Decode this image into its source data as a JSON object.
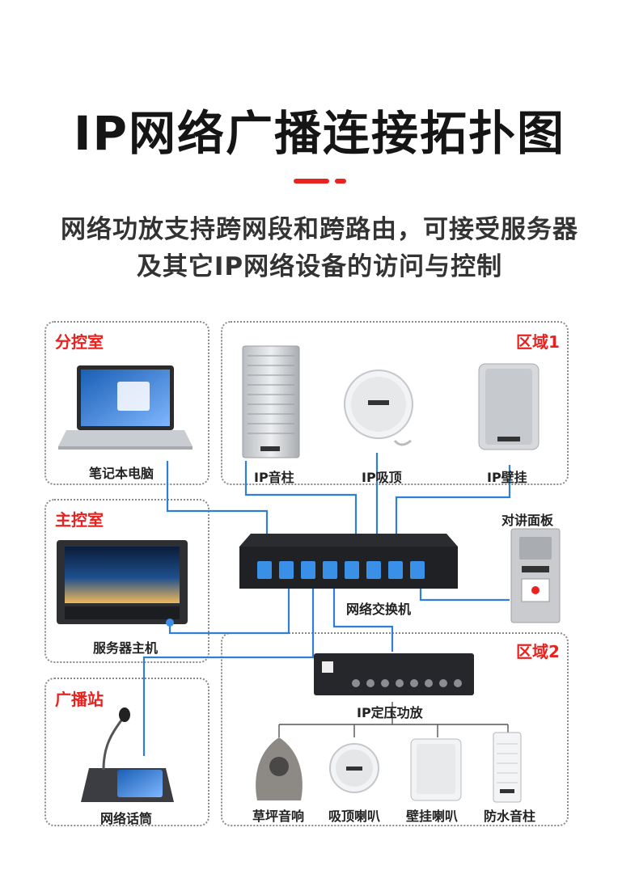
{
  "header": {
    "title": "IP网络广播连接拓扑图",
    "subtitle_line1": "网络功放支持跨网段和跨路由，可接受服务器",
    "subtitle_line2": "及其它IP网络设备的访问与控制"
  },
  "zones": {
    "branch_room": "分控室",
    "area1": "区域1",
    "main_room": "主控室",
    "area2": "区域2",
    "broadcast_station": "广播站"
  },
  "devices": {
    "laptop": "笔记本电脑",
    "ip_column": "IP音柱",
    "ip_ceiling": "IP吸顶",
    "ip_wall": "IP壁挂",
    "intercom_panel": "对讲面板",
    "switch": "网络交换机",
    "server": "服务器主机",
    "amplifier": "IP定压功放",
    "network_mic": "网络话筒",
    "lawn_speaker": "草坪音响",
    "ceiling_speaker": "吸顶喇叭",
    "wall_speaker": "壁挂喇叭",
    "waterproof_column": "防水音柱"
  },
  "colors": {
    "accent": "#e8231f",
    "cable": "#2f7fd6"
  }
}
